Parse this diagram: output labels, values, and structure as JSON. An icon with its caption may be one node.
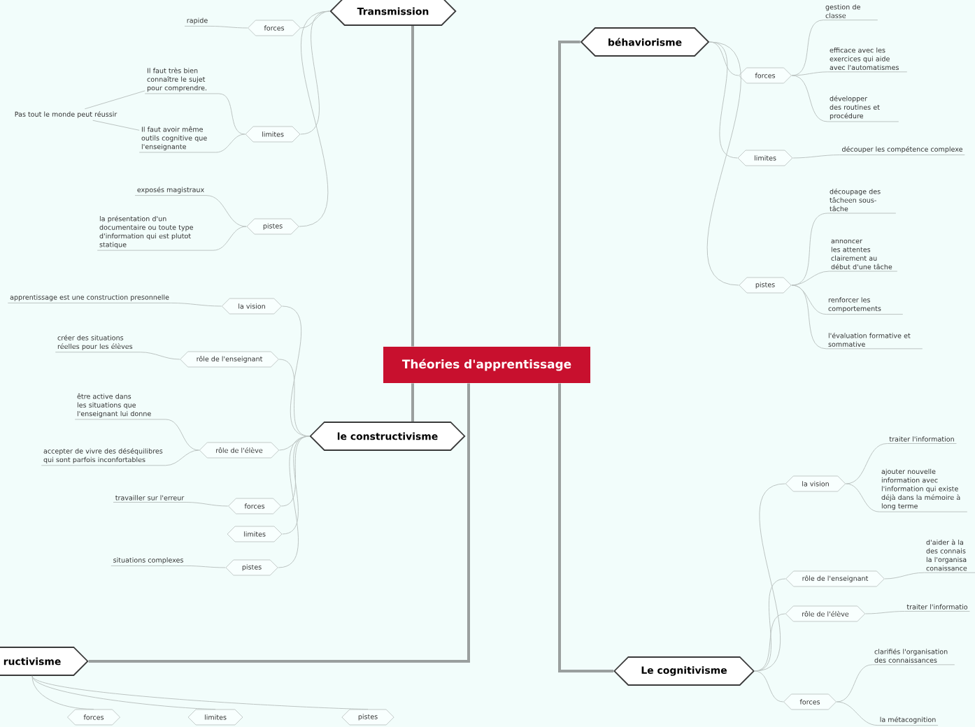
{
  "diagram": {
    "nodes": [
      {
        "text": [
          "Théories d'apprentissage"
        ]
      },
      {
        "text": [
          "Transmission"
        ]
      },
      {
        "text": [
          "forces"
        ]
      },
      {
        "text": [
          "rapide"
        ]
      },
      {
        "text": [
          "limites"
        ]
      },
      {
        "text": [
          "Il faut très bien connaître le sujet pour comprendre."
        ]
      },
      {
        "text": [
          "Il faut avoir même outils cognitive que l'enseignante"
        ]
      },
      {
        "text": [
          "Pas tout le monde peut réussir"
        ]
      },
      {
        "text": [
          "pistes"
        ]
      },
      {
        "text": [
          "exposés magistraux"
        ]
      },
      {
        "text": [
          "la présentation d'un documentaire ou toute type d'information qui est plutot statique"
        ]
      },
      {
        "text": [
          "béhaviorisme"
        ]
      },
      {
        "text": [
          "gestion de classe"
        ]
      },
      {
        "text": [
          "forces"
        ]
      },
      {
        "text": [
          "efficace avec les exercices qui aide avec l'automatismes"
        ]
      },
      {
        "text": [
          "développer des routines et procédure"
        ]
      },
      {
        "text": [
          "limites"
        ]
      },
      {
        "text": [
          "découper les compétence complexe"
        ]
      },
      {
        "text": [
          "pistes"
        ]
      },
      {
        "text": [
          "découpage des tâcheen sous-tâche"
        ]
      },
      {
        "text": [
          "annoncer les attentes clairement au début d'une tâche"
        ]
      },
      {
        "text": [
          "renforcer les comportements"
        ]
      },
      {
        "text": [
          "l'évaluation formative et sommative"
        ]
      },
      {
        "text": [
          "le constructivisme"
        ]
      },
      {
        "text": [
          "la vision"
        ]
      },
      {
        "text": [
          "apprentissage est une construction presonnelle"
        ]
      },
      {
        "text": [
          "rôle de l'enseignant"
        ]
      },
      {
        "text": [
          "créer des situations réelles pour les élèves"
        ]
      },
      {
        "text": [
          "rôle de l'élève"
        ]
      },
      {
        "text": [
          "être active dans les situations que l'enseignant lui donne"
        ]
      },
      {
        "text": [
          "accepter de vivre des déséquilibres qui sont parfois inconfortables"
        ]
      },
      {
        "text": [
          "forces"
        ]
      },
      {
        "text": [
          "travailler sur l'erreur"
        ]
      },
      {
        "text": [
          "limites"
        ]
      },
      {
        "text": [
          "pistes"
        ]
      },
      {
        "text": [
          "situations complexes"
        ]
      },
      {
        "text": [
          "ructivisme"
        ]
      },
      {
        "text": [
          "forces"
        ]
      },
      {
        "text": [
          "limites"
        ]
      },
      {
        "text": [
          "pistes"
        ]
      },
      {
        "text": [
          "Le cognitivisme"
        ]
      },
      {
        "text": [
          "la vision"
        ]
      },
      {
        "text": [
          "traiter l'information"
        ]
      },
      {
        "text": [
          "ajouter nouvelle information avec l'information qui existe déjà dans la mémoire à long terme"
        ]
      },
      {
        "text": [
          "rôle de l'enseignant"
        ]
      },
      {
        "text": [
          "d'aider à la des connais la l'organisa conaissance"
        ]
      },
      {
        "text": [
          "rôle de l'élève"
        ]
      },
      {
        "text": [
          "traiter l'informatio"
        ]
      },
      {
        "text": [
          "forces"
        ]
      },
      {
        "text": [
          "clarifiés l'organisation des connaissances"
        ]
      },
      {
        "text": [
          "la métacognition"
        ]
      }
    ],
    "edges": [
      {
        "from": 0,
        "to": 1,
        "arrow": "none",
        "style": "thick"
      },
      {
        "from": 0,
        "to": 11,
        "arrow": "none",
        "style": "thick"
      },
      {
        "from": 0,
        "to": 23,
        "arrow": "none",
        "style": "thick"
      },
      {
        "from": 0,
        "to": 36,
        "arrow": "none",
        "style": "thick"
      },
      {
        "from": 0,
        "to": 40,
        "arrow": "none",
        "style": "thick"
      },
      {
        "from": 1,
        "to": 2,
        "arrow": "none"
      },
      {
        "from": 1,
        "to": 4,
        "arrow": "none"
      },
      {
        "from": 1,
        "to": 8,
        "arrow": "none"
      },
      {
        "from": 2,
        "to": 3,
        "arrow": "none"
      },
      {
        "from": 4,
        "to": 5,
        "arrow": "none"
      },
      {
        "from": 4,
        "to": 6,
        "arrow": "none"
      },
      {
        "from": 7,
        "to": 5,
        "arrow": "none"
      },
      {
        "from": 7,
        "to": 6,
        "arrow": "none"
      },
      {
        "from": 8,
        "to": 9,
        "arrow": "none"
      },
      {
        "from": 8,
        "to": 10,
        "arrow": "none"
      },
      {
        "from": 11,
        "to": 13,
        "arrow": "none"
      },
      {
        "from": 11,
        "to": 16,
        "arrow": "none"
      },
      {
        "from": 11,
        "to": 18,
        "arrow": "none"
      },
      {
        "from": 13,
        "to": 12,
        "arrow": "none"
      },
      {
        "from": 13,
        "to": 14,
        "arrow": "none"
      },
      {
        "from": 13,
        "to": 15,
        "arrow": "none"
      },
      {
        "from": 16,
        "to": 17,
        "arrow": "none"
      },
      {
        "from": 18,
        "to": 19,
        "arrow": "none"
      },
      {
        "from": 18,
        "to": 20,
        "arrow": "none"
      },
      {
        "from": 18,
        "to": 21,
        "arrow": "none"
      },
      {
        "from": 18,
        "to": 22,
        "arrow": "none"
      },
      {
        "from": 23,
        "to": 24,
        "arrow": "none"
      },
      {
        "from": 23,
        "to": 26,
        "arrow": "none"
      },
      {
        "from": 23,
        "to": 28,
        "arrow": "none"
      },
      {
        "from": 23,
        "to": 31,
        "arrow": "none"
      },
      {
        "from": 23,
        "to": 33,
        "arrow": "none"
      },
      {
        "from": 23,
        "to": 34,
        "arrow": "none"
      },
      {
        "from": 24,
        "to": 25,
        "arrow": "none"
      },
      {
        "from": 26,
        "to": 27,
        "arrow": "none"
      },
      {
        "from": 28,
        "to": 29,
        "arrow": "none"
      },
      {
        "from": 28,
        "to": 30,
        "arrow": "none"
      },
      {
        "from": 31,
        "to": 32,
        "arrow": "none"
      },
      {
        "from": 34,
        "to": 35,
        "arrow": "none"
      },
      {
        "from": 36,
        "to": 37,
        "arrow": "none"
      },
      {
        "from": 36,
        "to": 38,
        "arrow": "none"
      },
      {
        "from": 36,
        "to": 39,
        "arrow": "none"
      },
      {
        "from": 40,
        "to": 41,
        "arrow": "none"
      },
      {
        "from": 40,
        "to": 44,
        "arrow": "none"
      },
      {
        "from": 40,
        "to": 46,
        "arrow": "none"
      },
      {
        "from": 40,
        "to": 48,
        "arrow": "none"
      },
      {
        "from": 41,
        "to": 42,
        "arrow": "none"
      },
      {
        "from": 41,
        "to": 43,
        "arrow": "none"
      },
      {
        "from": 44,
        "to": 45,
        "arrow": "none"
      },
      {
        "from": 46,
        "to": 47,
        "arrow": "none"
      },
      {
        "from": 48,
        "to": 49,
        "arrow": "none"
      },
      {
        "from": 48,
        "to": 50,
        "arrow": "none"
      }
    ]
  }
}
